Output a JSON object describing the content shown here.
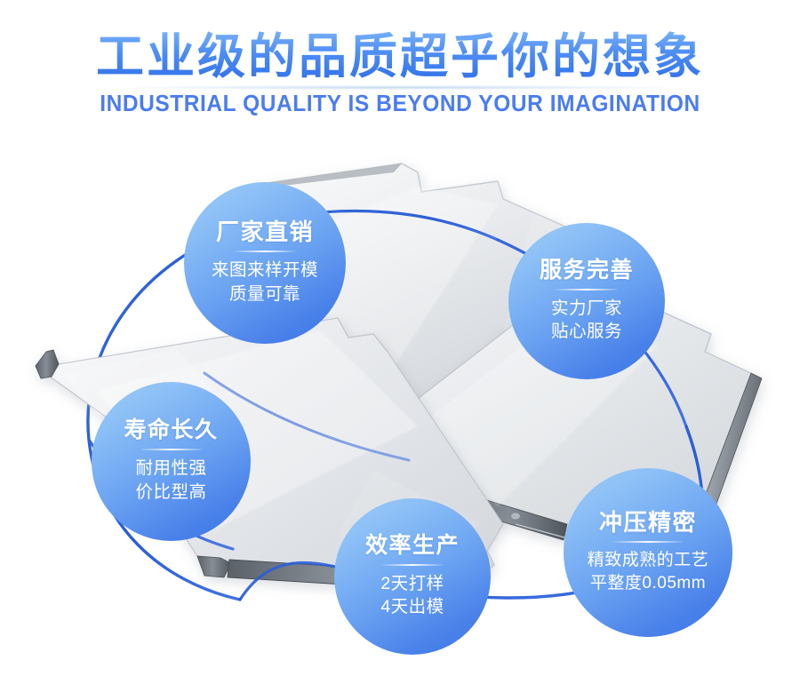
{
  "header": {
    "title": "工业级的品质超乎你的想象",
    "subtitle": "INDUSTRIAL QUALITY IS BEYOND YOUR IMAGINATION",
    "title_gradient_top": "#b9dcfb",
    "title_gradient_bottom": "#2f6fe8",
    "subtitle_color": "#4b7cf0"
  },
  "theme": {
    "background": "#ffffff",
    "bubble_light": "#9ccbf8",
    "bubble_dark": "#3f76e6",
    "ring_color": "#2a5fd8",
    "metal_light": "#f2f3f5",
    "metal_mid": "#d8dadd",
    "metal_edge": "#6f757c"
  },
  "features": [
    {
      "id": "bubble-1",
      "title": "厂家直销",
      "lines": [
        "来图来样开模",
        "质量可靠"
      ]
    },
    {
      "id": "bubble-2",
      "title": "服务完善",
      "lines": [
        "实力厂家",
        "贴心服务"
      ]
    },
    {
      "id": "bubble-3",
      "title": "寿命长久",
      "lines": [
        "耐用性强",
        "价比型高"
      ]
    },
    {
      "id": "bubble-4",
      "title": "效率生产",
      "lines": [
        "2天打样",
        "4天出模"
      ]
    },
    {
      "id": "bubble-5",
      "title": "冲压精密",
      "lines": [
        "精致成熟的工艺",
        "平整度0.05mm"
      ]
    }
  ],
  "product": {
    "name": "stamped-sheet-metal-plates",
    "count": 3
  }
}
